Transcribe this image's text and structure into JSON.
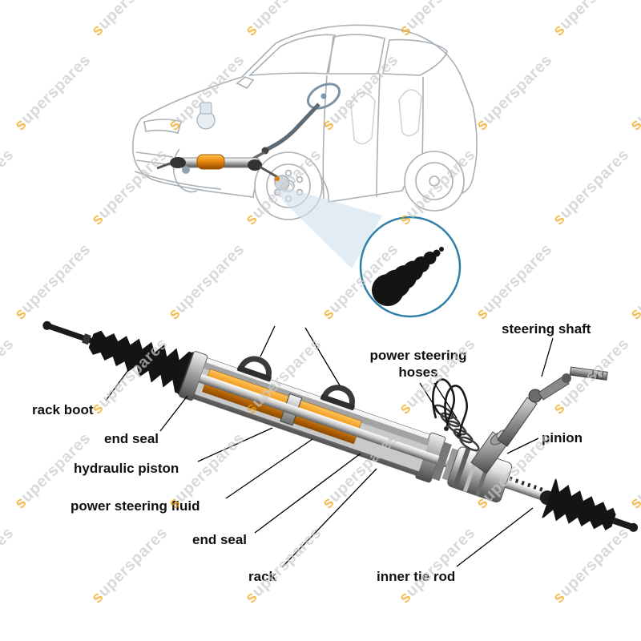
{
  "watermark": {
    "first_letter": "s",
    "rest": "uperspares",
    "first_color": "#efa41a",
    "rest_color": "#c9c9c9"
  },
  "labels": {
    "steering_shaft": "steering shaft",
    "power_steering_hoses_line1": "power steering",
    "power_steering_hoses_line2": "hoses",
    "rack_boot": "rack boot",
    "end_seal_left": "end seal",
    "hydraulic_piston": "hydraulic piston",
    "power_steering_fluid": "power steering fluid",
    "end_seal_right": "end seal",
    "rack": "rack",
    "pinion": "pinion",
    "inner_tie_rod": "inner tie rod"
  },
  "colors": {
    "label_text": "#101010",
    "leader_line": "#000000",
    "hydraulic_orange": "#e07f10",
    "beam_blue": "#cfe0ec",
    "inset_border": "#2f7fa8",
    "car_line": "#a9b0b6",
    "boot_black": "#141414"
  }
}
